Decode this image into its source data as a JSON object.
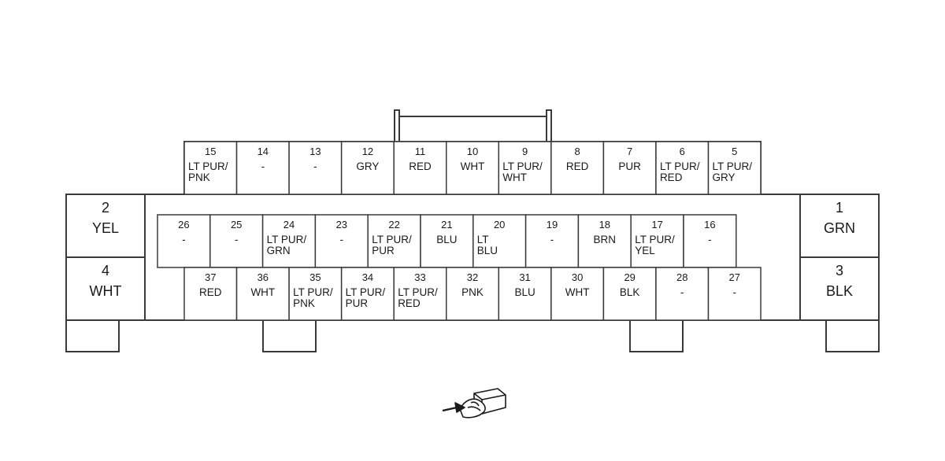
{
  "connector": {
    "large_terminals": [
      {
        "num": "2",
        "color": [
          "YEL"
        ]
      },
      {
        "num": "4",
        "color": [
          "WHT"
        ]
      },
      {
        "num": "1",
        "color": [
          "GRN"
        ]
      },
      {
        "num": "3",
        "color": [
          "BLK"
        ]
      }
    ],
    "top_row": [
      {
        "num": "15",
        "color": [
          "LT PUR/",
          "PNK"
        ]
      },
      {
        "num": "14",
        "color": [
          "-"
        ]
      },
      {
        "num": "13",
        "color": [
          "-"
        ]
      },
      {
        "num": "12",
        "color": [
          "GRY"
        ]
      },
      {
        "num": "11",
        "color": [
          "RED"
        ]
      },
      {
        "num": "10",
        "color": [
          "WHT"
        ]
      },
      {
        "num": "9",
        "color": [
          "LT PUR/",
          "WHT"
        ]
      },
      {
        "num": "8",
        "color": [
          "RED"
        ]
      },
      {
        "num": "7",
        "color": [
          "PUR"
        ]
      },
      {
        "num": "6",
        "color": [
          "LT PUR/",
          "RED"
        ]
      },
      {
        "num": "5",
        "color": [
          "LT PUR/",
          "GRY"
        ]
      }
    ],
    "middle_row": [
      {
        "num": "26",
        "color": [
          "-"
        ]
      },
      {
        "num": "25",
        "color": [
          "-"
        ]
      },
      {
        "num": "24",
        "color": [
          "LT PUR/",
          "GRN"
        ]
      },
      {
        "num": "23",
        "color": [
          "-"
        ]
      },
      {
        "num": "22",
        "color": [
          "LT PUR/",
          "PUR"
        ]
      },
      {
        "num": "21",
        "color": [
          "BLU"
        ]
      },
      {
        "num": "20",
        "color": [
          "LT",
          "BLU"
        ]
      },
      {
        "num": "19",
        "color": [
          "-"
        ]
      },
      {
        "num": "18",
        "color": [
          "BRN"
        ]
      },
      {
        "num": "17",
        "color": [
          "LT PUR/",
          "YEL"
        ]
      },
      {
        "num": "16",
        "color": [
          "-"
        ]
      }
    ],
    "bottom_row": [
      {
        "num": "37",
        "color": [
          "RED"
        ]
      },
      {
        "num": "36",
        "color": [
          "WHT"
        ]
      },
      {
        "num": "35",
        "color": [
          "LT PUR/",
          "PNK"
        ]
      },
      {
        "num": "34",
        "color": [
          "LT PUR/",
          "PUR"
        ]
      },
      {
        "num": "33",
        "color": [
          "LT PUR/",
          "RED"
        ]
      },
      {
        "num": "32",
        "color": [
          "PNK"
        ]
      },
      {
        "num": "31",
        "color": [
          "BLU"
        ]
      },
      {
        "num": "30",
        "color": [
          "WHT"
        ]
      },
      {
        "num": "29",
        "color": [
          "BLK"
        ]
      },
      {
        "num": "28",
        "color": [
          "-"
        ]
      },
      {
        "num": "27",
        "color": [
          "-"
        ]
      }
    ]
  },
  "icons": {
    "view_indicator": "hand-pushing-connector-icon"
  },
  "colors": {
    "line": "#3a3a3a",
    "text": "#1a1a1a",
    "background": "#ffffff"
  }
}
